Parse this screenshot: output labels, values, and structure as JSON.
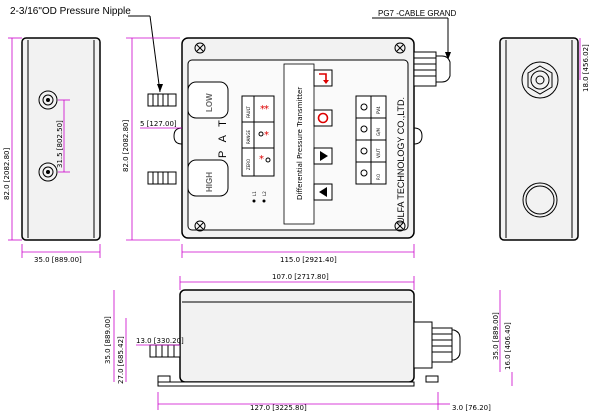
{
  "callouts": {
    "nipple": "2-3/16\"OD Pressure Nipple",
    "gland": "PG7 -CABLE GRAND"
  },
  "front": {
    "port_low": "LOW",
    "port_high": "HIGH",
    "pat": "P A T",
    "product": "Differential Pressure Transmitter",
    "brand": "ULFA TECHNOLOGY CO.,LTD.",
    "leds": [
      "L1",
      "L2"
    ],
    "left_terminals": [
      "FAULT",
      "RANGE",
      "ZERO"
    ],
    "right_terminals": [
      "PV4",
      "G/M",
      "V/UT",
      "P.O"
    ],
    "buttons": [
      "enter-icon",
      "refresh-icon",
      "right-arrow-icon",
      "left-arrow-icon"
    ]
  },
  "dims": {
    "d82_left": "82.0 [2082.80]",
    "d315": "31.5 [802.50]",
    "d35": "35.0 [889.00]",
    "d82_front": "82.0 [2082.80]",
    "d5": "5 [127.00]",
    "d115": "115.0 [2921.40]",
    "d18": "18.0 [456.02]",
    "d107": "107.0 [2717.80]",
    "d35_bottom": "35.0 [889.00]",
    "d27": "27.0 [685.42]",
    "d13": "13.0 [330.20]",
    "d35_right": "35.0 [889.00]",
    "d16": "16.0 [406.40]",
    "d127": "127.0 [3225.80]",
    "d3": "3.0 [76.20]"
  },
  "colors": {
    "dimension_lines": "#cc00cc",
    "led_red": "#dd0000",
    "outline": "#000000"
  }
}
